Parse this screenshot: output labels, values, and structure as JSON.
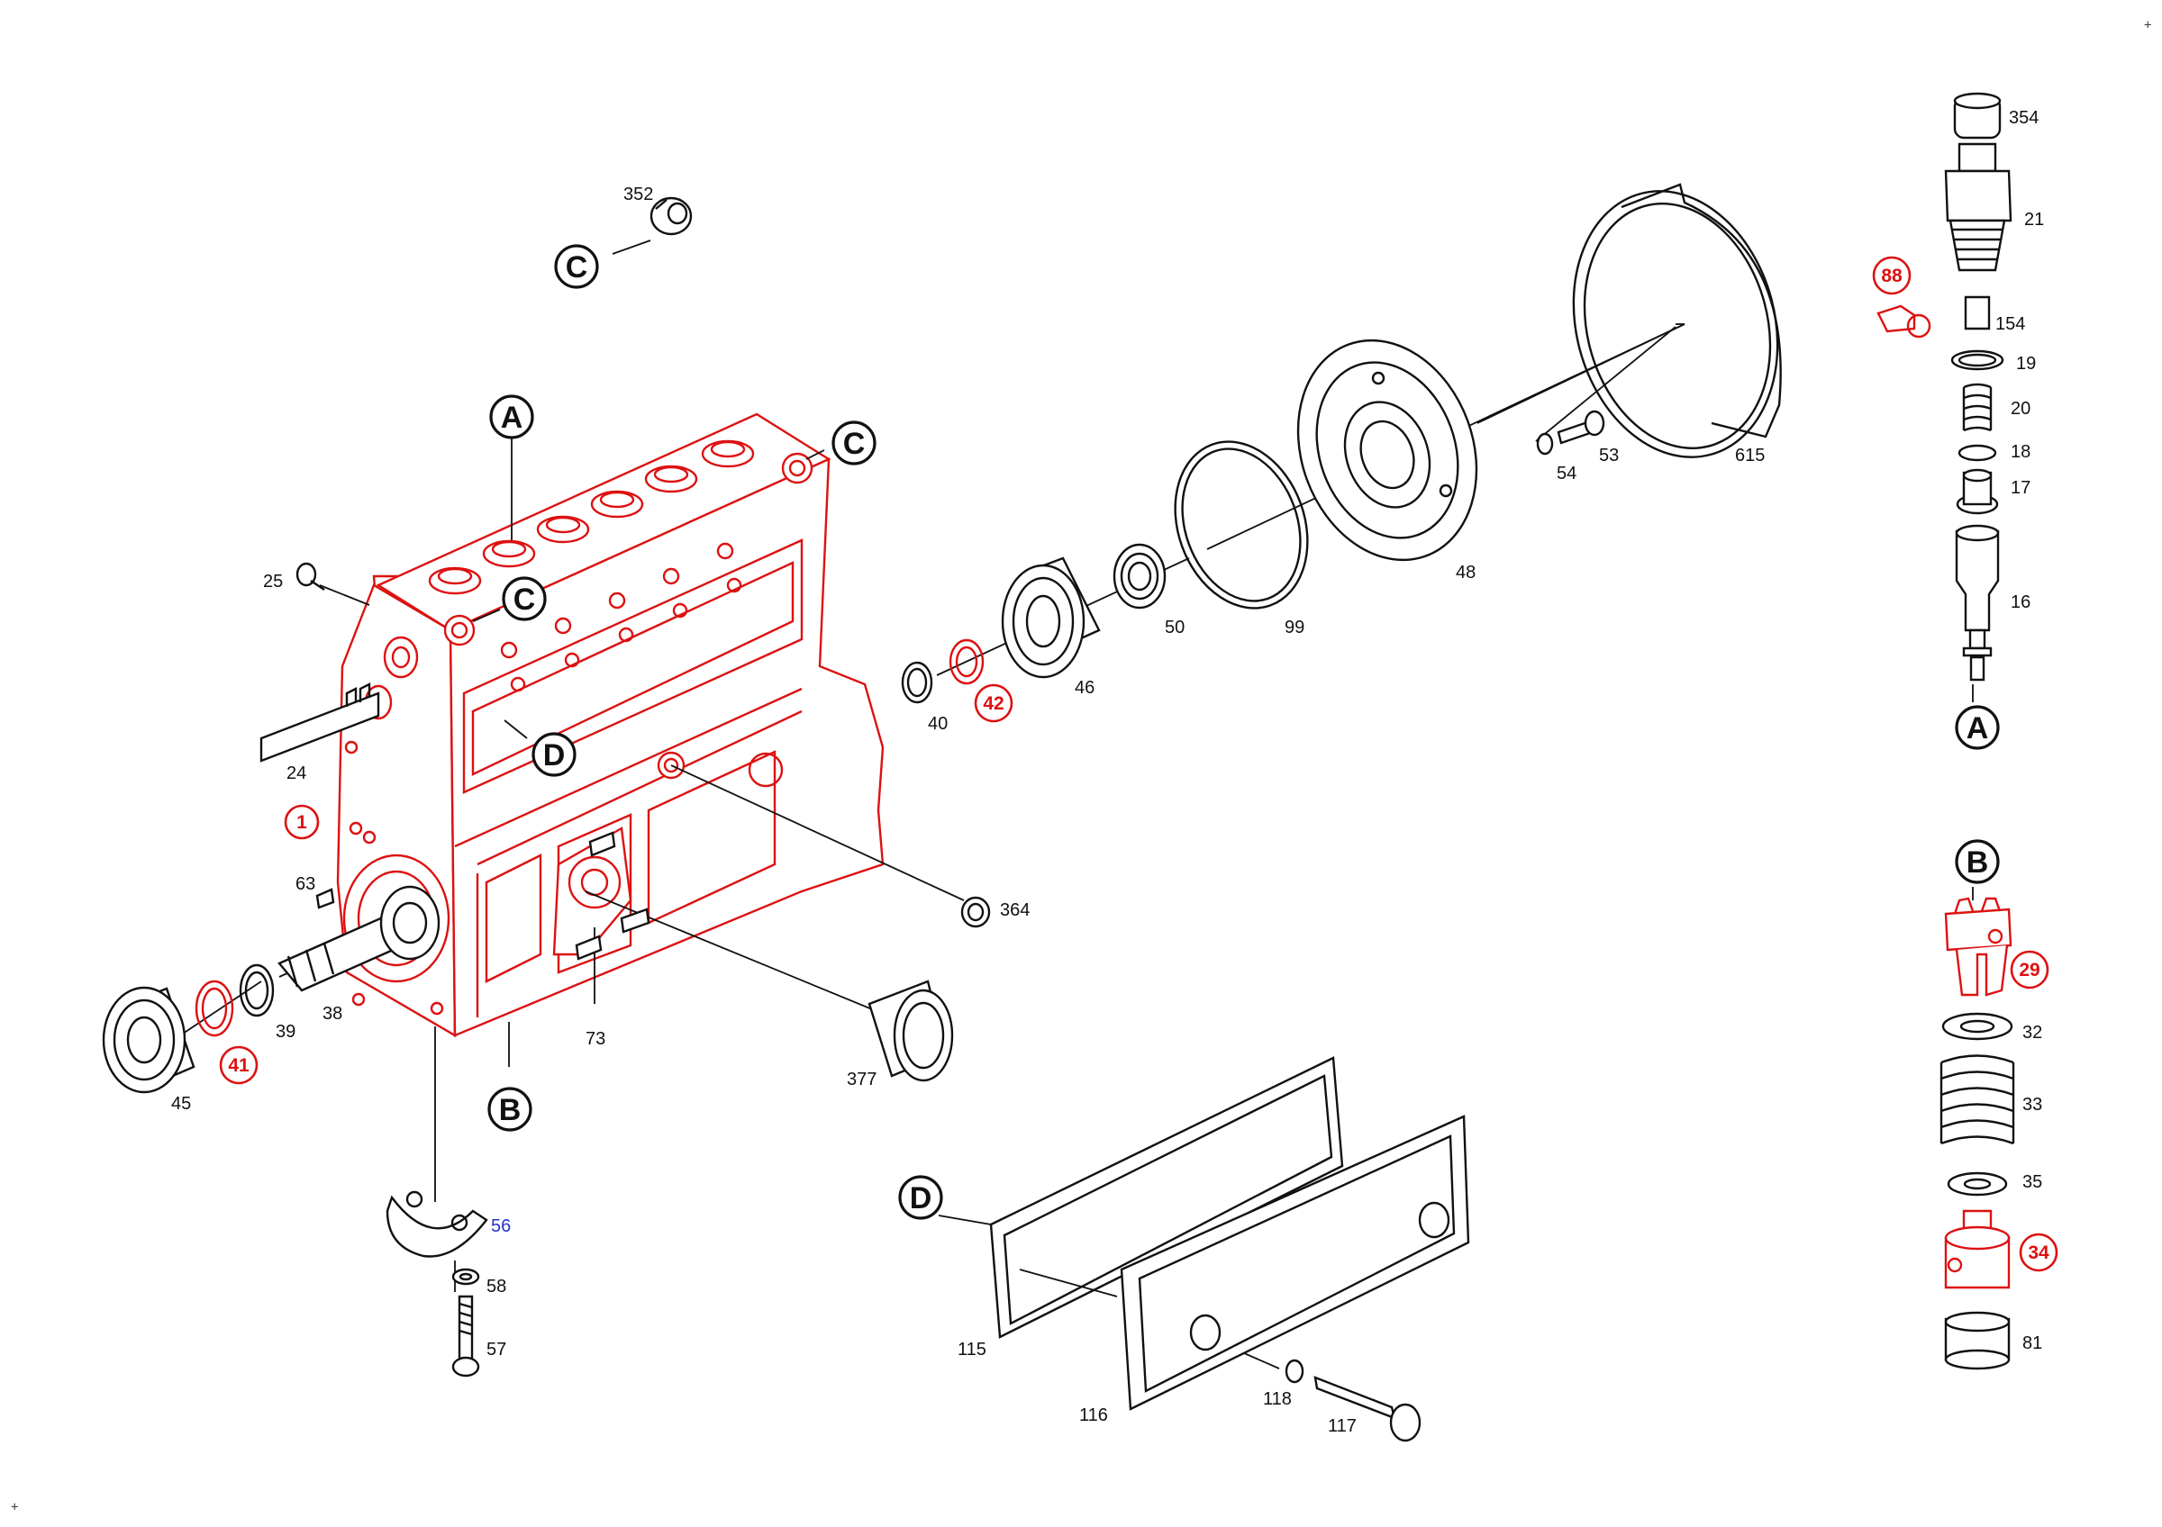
{
  "diagram": {
    "corner_marks": [
      "+",
      "+"
    ],
    "callouts": [
      "A",
      "C",
      "C",
      "C",
      "D",
      "B",
      "D",
      "A",
      "B"
    ],
    "parts": {
      "p352": "352",
      "p25": "25",
      "p24": "24",
      "p1": "1",
      "p63": "63",
      "p38": "38",
      "p39": "39",
      "p41": "41",
      "p45": "45",
      "p56": "56",
      "p58": "58",
      "p57": "57",
      "p73": "73",
      "p377": "377",
      "p364": "364",
      "p40": "40",
      "p42": "42",
      "p46": "46",
      "p50": "50",
      "p99": "99",
      "p48": "48",
      "p54": "54",
      "p53": "53",
      "p615": "615",
      "p115": "115",
      "p116": "116",
      "p118": "118",
      "p117": "117",
      "p354": "354",
      "p21": "21",
      "p88": "88",
      "p154": "154",
      "p19": "19",
      "p20": "20",
      "p18": "18",
      "p17": "17",
      "p16": "16",
      "p29": "29",
      "p32": "32",
      "p33": "33",
      "p35": "35",
      "p34": "34",
      "p81": "81"
    },
    "colors": {
      "highlight": "#dd1111",
      "line": "#111111",
      "reference": "#2233cc"
    }
  }
}
